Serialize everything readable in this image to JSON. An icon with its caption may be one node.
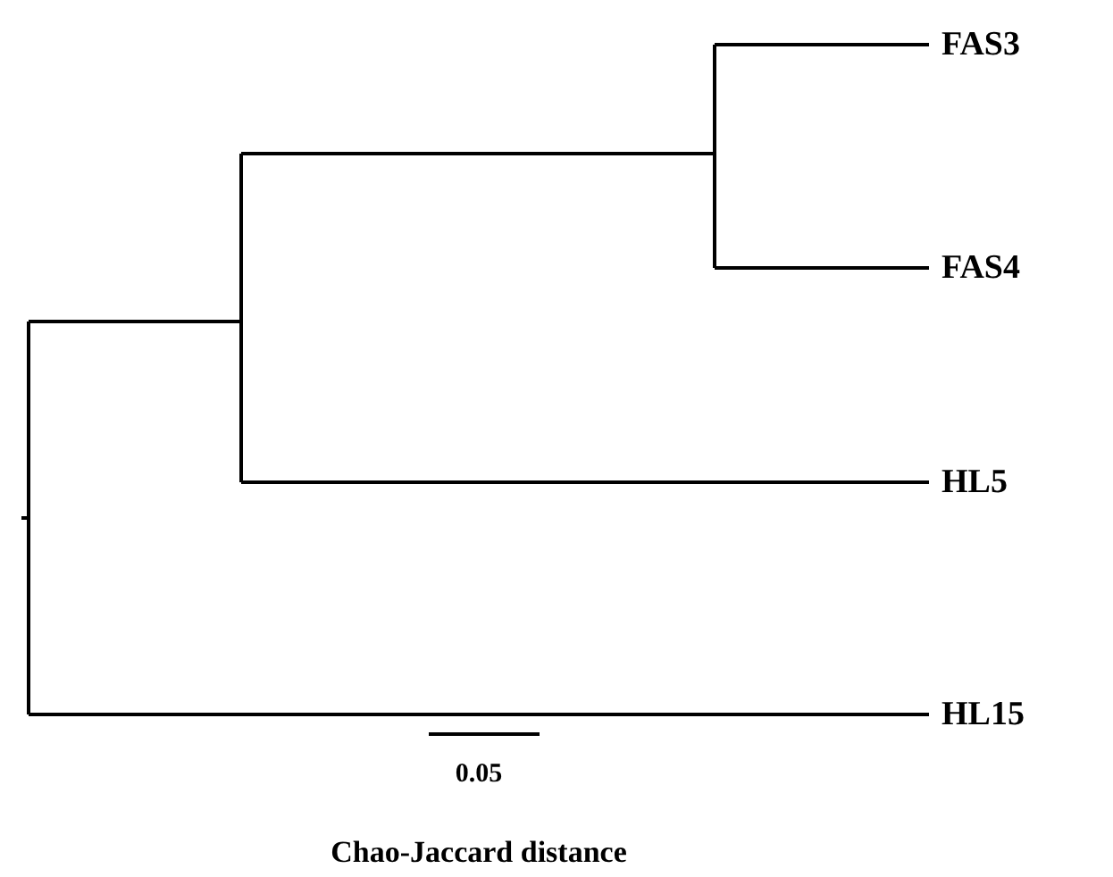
{
  "diagram": {
    "labels": [
      "FAS3",
      "FAS4",
      "HL5",
      "HL15",
      "0.05",
      "Chao-Jaccard distance"
    ]
  }
}
